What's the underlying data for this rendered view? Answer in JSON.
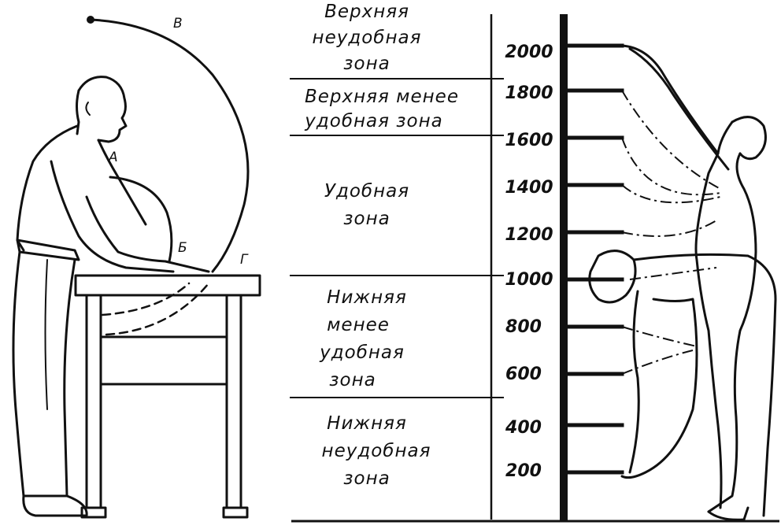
{
  "left_figure": {
    "point_labels": [
      "В",
      "А",
      "Б",
      "Г"
    ]
  },
  "zones": [
    {
      "lines": [
        "Верхняя",
        "неудобная",
        "зона"
      ]
    },
    {
      "lines": [
        "Верхняя менее",
        "удобная зона"
      ]
    },
    {
      "lines": [
        "Удобная",
        "зона"
      ]
    },
    {
      "lines": [
        "Нижняя",
        "менее",
        "удобная",
        "зона"
      ]
    },
    {
      "lines": [
        "Нижняя",
        "неудобная",
        "зона"
      ]
    }
  ],
  "scale_ticks": [
    "2000",
    "1800",
    "1600",
    "1400",
    "1200",
    "1000",
    "800",
    "600",
    "400",
    "200"
  ],
  "colors": {
    "ink": "#111111",
    "paper": "#ffffff"
  }
}
